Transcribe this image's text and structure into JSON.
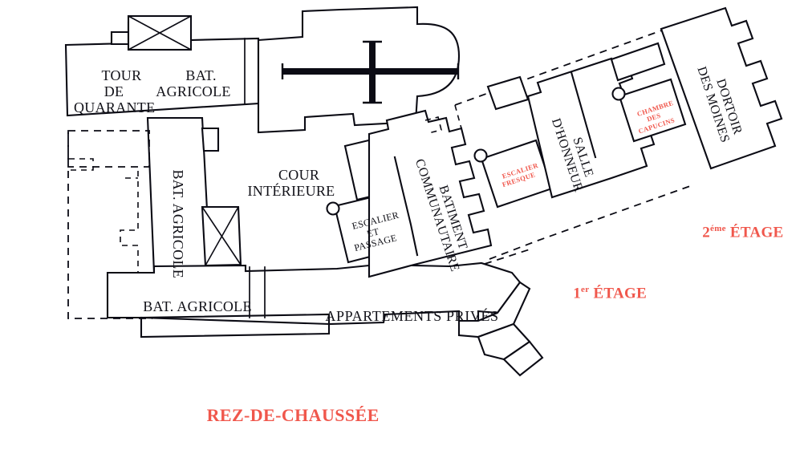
{
  "plan": {
    "title": "Plan du monastere - niveaux",
    "colors": {
      "ink": "#0b0b14",
      "red": "#f0574c",
      "paper": "#ffffff"
    },
    "ground_floor_rooms": [
      {
        "id": "tour-de-quarante",
        "label": "TOUR\nDE\nQUARANTE"
      },
      {
        "id": "bat-agricole-nord",
        "label": "BAT.\nAGRICOLE"
      },
      {
        "id": "bat-agricole-ouest",
        "label": "BAT. AGRICOLE"
      },
      {
        "id": "bat-agricole-sud",
        "label": "BAT. AGRICOLE"
      },
      {
        "id": "cour-interieure",
        "label": "COUR\nINTÉRIEURE"
      },
      {
        "id": "escalier-et-passage",
        "label": "ESCALIER\nET\nPASSAGE"
      },
      {
        "id": "batiment-communautaire",
        "label": "BATIMENT\nCOMMUNAUTAIRE"
      },
      {
        "id": "appartements-prives",
        "label": "APPARTEMENTS PRIVÉS"
      }
    ],
    "upper_floor_rooms": [
      {
        "id": "salle-d-honneur",
        "label": "SALLE\nD'HONNEUR"
      },
      {
        "id": "dortoir-des-moines",
        "label": "DORTOIR\nDES MOINES"
      }
    ],
    "red_rooms": [
      {
        "id": "escalier-fresque",
        "label": "ESCALIER\nFRESQUE"
      },
      {
        "id": "chambre-des-capucins",
        "label": "CHAMBRE\nDES\nCAPUCINS"
      }
    ],
    "level_legend": [
      {
        "id": "rez-de-chaussee",
        "label": "REZ-DE-CHAUSSÉE"
      },
      {
        "id": "premier-etage",
        "label_main": "1",
        "label_sup": "er",
        "label_rest": " ÉTAGE"
      },
      {
        "id": "deuxieme-etage",
        "label_main": "2",
        "label_sup": "éme",
        "label_rest": " ÉTAGE"
      }
    ]
  }
}
